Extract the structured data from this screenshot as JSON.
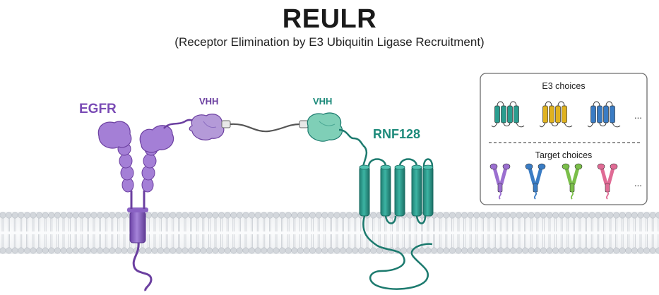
{
  "header": {
    "title": "REULR",
    "subtitle": "(Receptor Elimination by E3 Ubiquitin Ligase Recruitment)"
  },
  "labels": {
    "receptor": "EGFR",
    "vhh_left": "VHH",
    "vhh_right": "VHH",
    "e3_ligase": "RNF128"
  },
  "choices_panel": {
    "e3_heading": "E3 choices",
    "target_heading": "Target choices",
    "e3_more": "...",
    "target_more": "...",
    "e3_options": [
      {
        "icon": "transmembrane-e3-icon",
        "color": "#2a9d8f"
      },
      {
        "icon": "transmembrane-e3-icon",
        "color": "#e0b21f"
      },
      {
        "icon": "transmembrane-e3-icon",
        "color": "#3a7cc4"
      }
    ],
    "target_options": [
      {
        "icon": "receptor-icon",
        "color": "#9b6fd0"
      },
      {
        "icon": "receptor-icon",
        "color": "#3a7cc4"
      },
      {
        "icon": "receptor-icon",
        "color": "#7bbf4a"
      },
      {
        "icon": "receptor-icon",
        "color": "#e06b95"
      }
    ]
  },
  "colors": {
    "egfr": "#9a72cf",
    "egfr_dark": "#6b3fa0",
    "vhh_left": "#b49ad8",
    "vhh_right": "#7fcfb7",
    "rnf128": "#2a9d8f",
    "rnf128_dark": "#1c7a6e",
    "membrane": "#cfd3d8"
  }
}
